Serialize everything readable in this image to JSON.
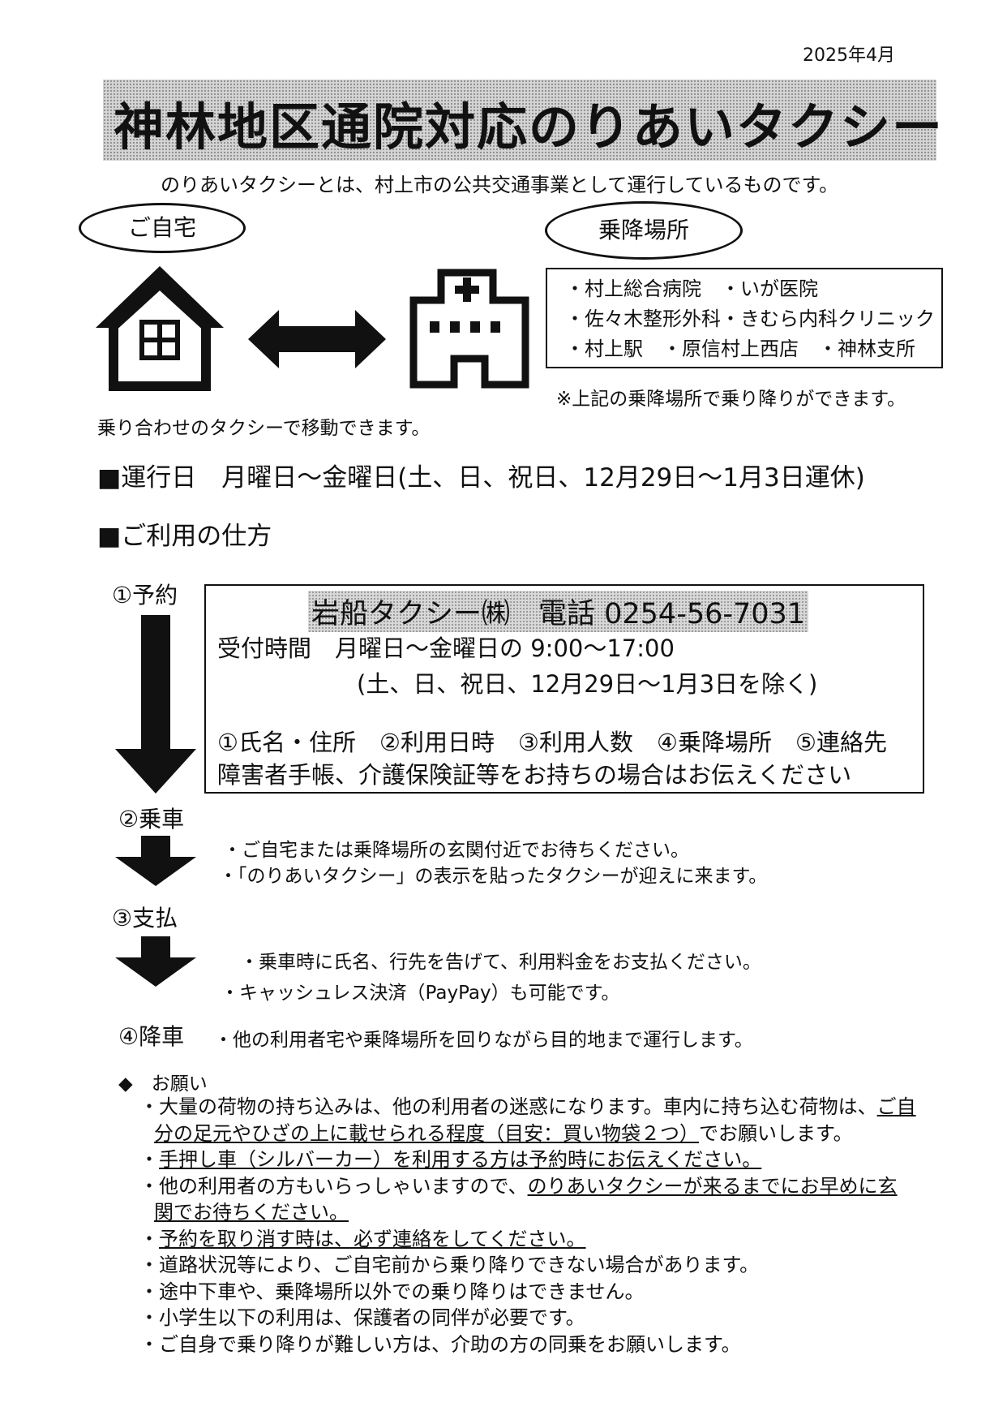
{
  "date": "2025年4月",
  "title": "神林地区通院対応のりあいタクシー",
  "intro": "のりあいタクシーとは、村上市の公共交通事業として運行しているものです。",
  "home_label": "ご自宅",
  "stop_label": "乗降場所",
  "stops": [
    "・村上総合病院　・いが医院",
    "・佐々木整形外科・きむら内科クリニック",
    "・村上駅　・原信村上西店　・神林支所"
  ],
  "stops_note": "※上記の乗降場所で乗り降りができます。",
  "share_text": "乗り合わせのタクシーで移動できます。",
  "run_days": "■運行日　月曜日～金曜日(土、日、祝日、12月29日～1月3日運休)",
  "usage_heading": "■ご利用の仕方",
  "steps": {
    "reserve": "①予約",
    "board": "②乗車",
    "pay": "③支払",
    "alight": "④降車"
  },
  "reservation": {
    "company": "岩船タクシー㈱　電話 0254-56-7031",
    "hours": "受付時間　月曜日～金曜日の 9:00～17:00",
    "hours_except": "(土、日、祝日、12月29日～1月3日を除く)",
    "items": "①氏名・住所　②利用日時　③利用人数　④乗降場所　⑤連絡先",
    "handbook": "障害者手帳、介護保険証等をお持ちの場合はお伝えください"
  },
  "board_notes": [
    "・ご自宅または乗降場所の玄関付近でお待ちください。",
    "・「のりあいタクシー」の表示を貼ったタクシーが迎えに来ます。"
  ],
  "pay_notes": [
    "・乗車時に氏名、行先を告げて、利用料金をお支払ください。",
    "・キャッシュレス決済（PayPay）も可能です。"
  ],
  "alight_note": "・他の利用者宅や乗降場所を回りながら目的地まで運行します。",
  "requests_heading": "◆　お願い",
  "requests": {
    "r1a": "・大量の荷物の持ち込みは、他の利用者の迷惑になります。車内に持ち込む荷物は、",
    "r1b": "ご自",
    "r1c": "分の足元やひざの上に載せられる程度（目安：買い物袋２つ）",
    "r1d": "でお願いします。",
    "r2a": "・",
    "r2b": "手押し車（シルバーカー）を利用する方は予約時にお伝えください。",
    "r3a": "・他の利用者の方もいらっしゃいますので、",
    "r3b": "のりあいタクシーが来るまでにお早めに玄",
    "r3c": "関でお待ちください。",
    "r4a": "・",
    "r4b": "予約を取り消す時は、必ず連絡をしてください。",
    "r5": "・道路状況等により、ご自宅前から乗り降りできない場合があります。",
    "r6": "・途中下車や、乗降場所以外での乗り降りはできません。",
    "r7": "・小学生以下の利用は、保護者の同伴が必要です。",
    "r8": "・ご自身で乗り降りが難しい方は、介助の方の同乗をお願いします。"
  }
}
